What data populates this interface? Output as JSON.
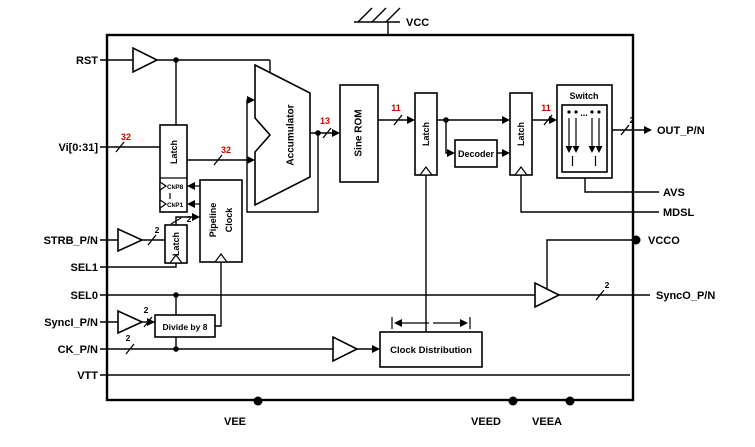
{
  "pins": {
    "top": {
      "vcc": "VCC"
    },
    "bottom": {
      "vee": "VEE",
      "veed": "VEED",
      "veea": "VEEA"
    },
    "left": {
      "rst": "RST",
      "vi": "Vi[0:31]",
      "strb": "STRB_P/N",
      "sel1": "SEL1",
      "sel0": "SEL0",
      "synci": "SyncI_P/N",
      "ck": "CK_P/N",
      "vtt": "VTT"
    },
    "right": {
      "out": "OUT_P/N",
      "avs": "AVS",
      "mdsl": "MDSL",
      "vcco": "VCCO",
      "synco": "SyncO_P/N"
    }
  },
  "blocks": {
    "input_latch": "Latch",
    "accumulator": "Accumulator",
    "sine_rom": "Sine ROM",
    "rom_latch": "Latch",
    "decoder": "Decoder",
    "output_latch": "Latch",
    "switch": "Switch",
    "strobe_latch": "Latch",
    "pipeline_word1": "Pipeline",
    "pipeline_word2": "Clock",
    "divide_by_8": "Divide by 8",
    "clock_distribution": "Clock Distribution"
  },
  "clock_pins": {
    "ckp8": "CkP8",
    "ckp1": "CkP1"
  },
  "switch_detail": {
    "ellipsis": "..."
  },
  "bus_widths": {
    "vi_input": "32",
    "accumulator_input": "32",
    "accumulator_output": "13",
    "rom_output": "11",
    "switch_input": "11",
    "strobe_input": "2",
    "strobe_latch_output": "2",
    "output": "2",
    "synco_output": "2",
    "synci_input": "2",
    "ck_input": "2"
  },
  "colors": {
    "bus_label": "#cc0000",
    "wire": "#000000",
    "background": "#ffffff"
  }
}
